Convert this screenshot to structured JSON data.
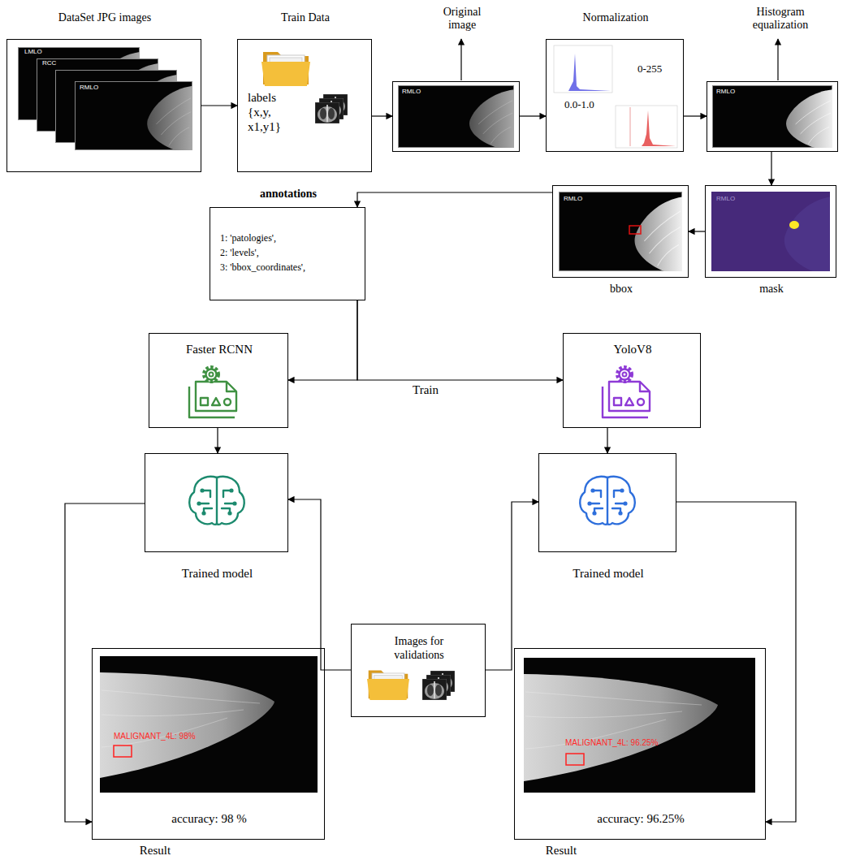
{
  "diagram": {
    "nodes": [
      {
        "text": [
          "DataSet JPG images"
        ]
      },
      {
        "text": [
          "Train Data",
          "labels {x,y, x1,y1}"
        ]
      },
      {
        "text": [
          "Original image"
        ]
      },
      {
        "text": [
          "Normalization",
          "0-255",
          "0.0-1.0"
        ]
      },
      {
        "text": [
          "Histogram equalization"
        ]
      },
      {
        "text": [
          "mask"
        ]
      },
      {
        "text": [
          "bbox"
        ]
      },
      {
        "text": [
          "annotations",
          "1: 'patologies',",
          "2: 'levels',",
          "3: 'bbox_coordinates',"
        ]
      },
      {
        "text": [
          "Faster RCNN"
        ]
      },
      {
        "text": [
          "YoloV8"
        ]
      },
      {
        "text": [
          "Trained model"
        ]
      },
      {
        "text": [
          "Trained model"
        ]
      },
      {
        "text": [
          "Images for validations"
        ]
      },
      {
        "text": [
          "accuracy: 98 %",
          "Result"
        ]
      },
      {
        "text": [
          "accuracy: 96.25%",
          "Result"
        ]
      }
    ],
    "edges": [
      {
        "from": 0,
        "to": 1,
        "arrow": "to"
      },
      {
        "from": 1,
        "to": 2,
        "arrow": "to"
      },
      {
        "from": 2,
        "to": 3,
        "arrow": "to"
      },
      {
        "from": 3,
        "to": 4,
        "arrow": "to"
      },
      {
        "from": 4,
        "to": 5,
        "arrow": "to"
      },
      {
        "from": 5,
        "to": 6,
        "arrow": "to"
      },
      {
        "from": 6,
        "to": 7,
        "arrow": "to"
      },
      {
        "from": 7,
        "to": 8,
        "arrow": "to"
      },
      {
        "from": 7,
        "to": 9,
        "label": "Train",
        "arrow": "to"
      },
      {
        "from": 8,
        "to": 10,
        "arrow": "to"
      },
      {
        "from": 9,
        "to": 11,
        "arrow": "to"
      },
      {
        "from": 12,
        "to": 10,
        "arrow": "to"
      },
      {
        "from": 12,
        "to": 11,
        "arrow": "to"
      },
      {
        "from": 10,
        "to": 13,
        "arrow": "to"
      },
      {
        "from": 11,
        "to": 14,
        "arrow": "to"
      }
    ],
    "labels": [
      "LMLO",
      "RCC",
      "RMLO",
      "RMLO",
      "RMLO",
      "RMLO",
      "RMLO",
      "MALIGNANT_4L: 98%",
      "MALIGNANT_4L: 96.25%"
    ]
  }
}
